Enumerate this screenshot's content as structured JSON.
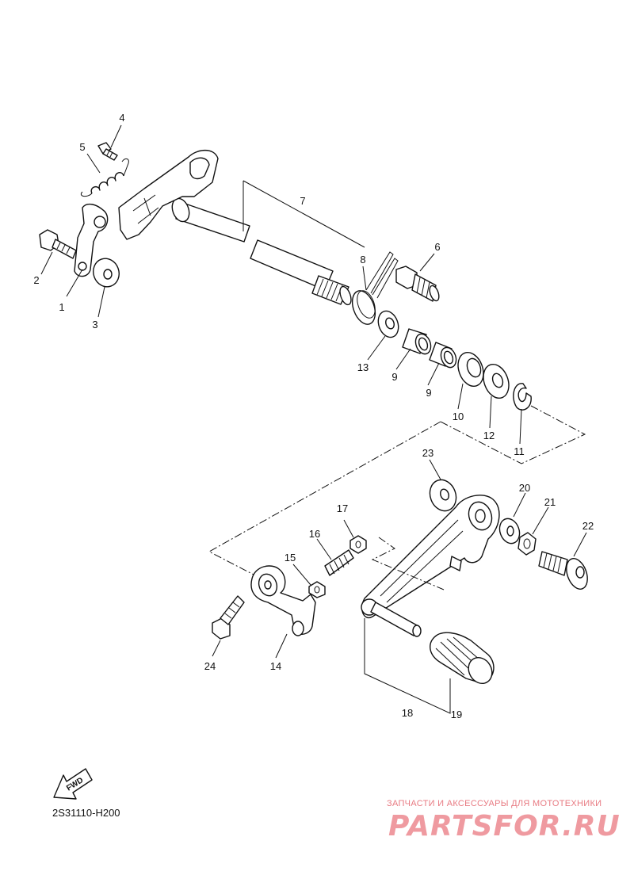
{
  "callouts": [
    {
      "id": "c1",
      "text": "1"
    },
    {
      "id": "c2",
      "text": "2"
    },
    {
      "id": "c3",
      "text": "3"
    },
    {
      "id": "c4",
      "text": "4"
    },
    {
      "id": "c5",
      "text": "5"
    },
    {
      "id": "c6",
      "text": "6"
    },
    {
      "id": "c7",
      "text": "7"
    },
    {
      "id": "c8",
      "text": "8"
    },
    {
      "id": "c9a",
      "text": "9"
    },
    {
      "id": "c9b",
      "text": "9"
    },
    {
      "id": "c10",
      "text": "10"
    },
    {
      "id": "c11",
      "text": "11"
    },
    {
      "id": "c12",
      "text": "12"
    },
    {
      "id": "c13",
      "text": "13"
    },
    {
      "id": "c14",
      "text": "14"
    },
    {
      "id": "c15",
      "text": "15"
    },
    {
      "id": "c16",
      "text": "16"
    },
    {
      "id": "c17",
      "text": "17"
    },
    {
      "id": "c18",
      "text": "18"
    },
    {
      "id": "c19",
      "text": "19"
    },
    {
      "id": "c20",
      "text": "20"
    },
    {
      "id": "c21",
      "text": "21"
    },
    {
      "id": "c22",
      "text": "22"
    },
    {
      "id": "c23",
      "text": "23"
    },
    {
      "id": "c24",
      "text": "24"
    }
  ],
  "fwd_label": "FWD",
  "diagram_code": "2S31110-H200",
  "watermark": {
    "tagline": "ЗАПЧАСТИ И АКСЕССУАРЫ ДЛЯ МОТОТЕХНИКИ",
    "logo": "PARTSFOR.RU",
    "color": "#ef9aa0"
  }
}
